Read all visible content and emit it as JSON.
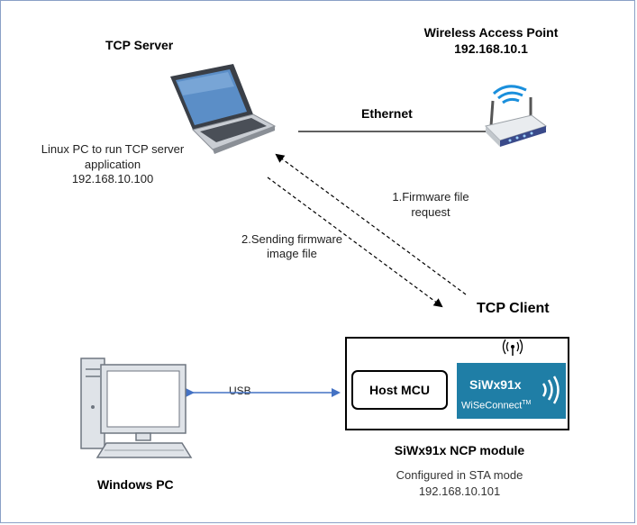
{
  "tcp_server": {
    "title": "TCP Server",
    "desc_line1": "Linux PC to run TCP server",
    "desc_line2": "application",
    "ip": "192.168.10.100"
  },
  "access_point": {
    "title": "Wireless Access Point",
    "ip": "192.168.10.1"
  },
  "links": {
    "ethernet": "Ethernet",
    "step1_line1": "1.Firmware file",
    "step1_line2": "request",
    "step2_line1": "2.Sending firmware",
    "step2_line2": "image file",
    "usb": "USB"
  },
  "tcp_client": {
    "title": "TCP Client",
    "host_mcu": "Host MCU",
    "chip_name": "SiWx91x",
    "chip_sub": "WiSeConnect",
    "chip_tm": "TM"
  },
  "module": {
    "title": "SiWx91x NCP module",
    "desc": "Configured in STA mode",
    "ip": "192.168.10.101"
  },
  "windows_pc": {
    "title": "Windows PC"
  },
  "colors": {
    "usb_arrow": "#4472c4",
    "chip_bg": "#1f7ea6",
    "router_blue": "#1a8fdc"
  }
}
